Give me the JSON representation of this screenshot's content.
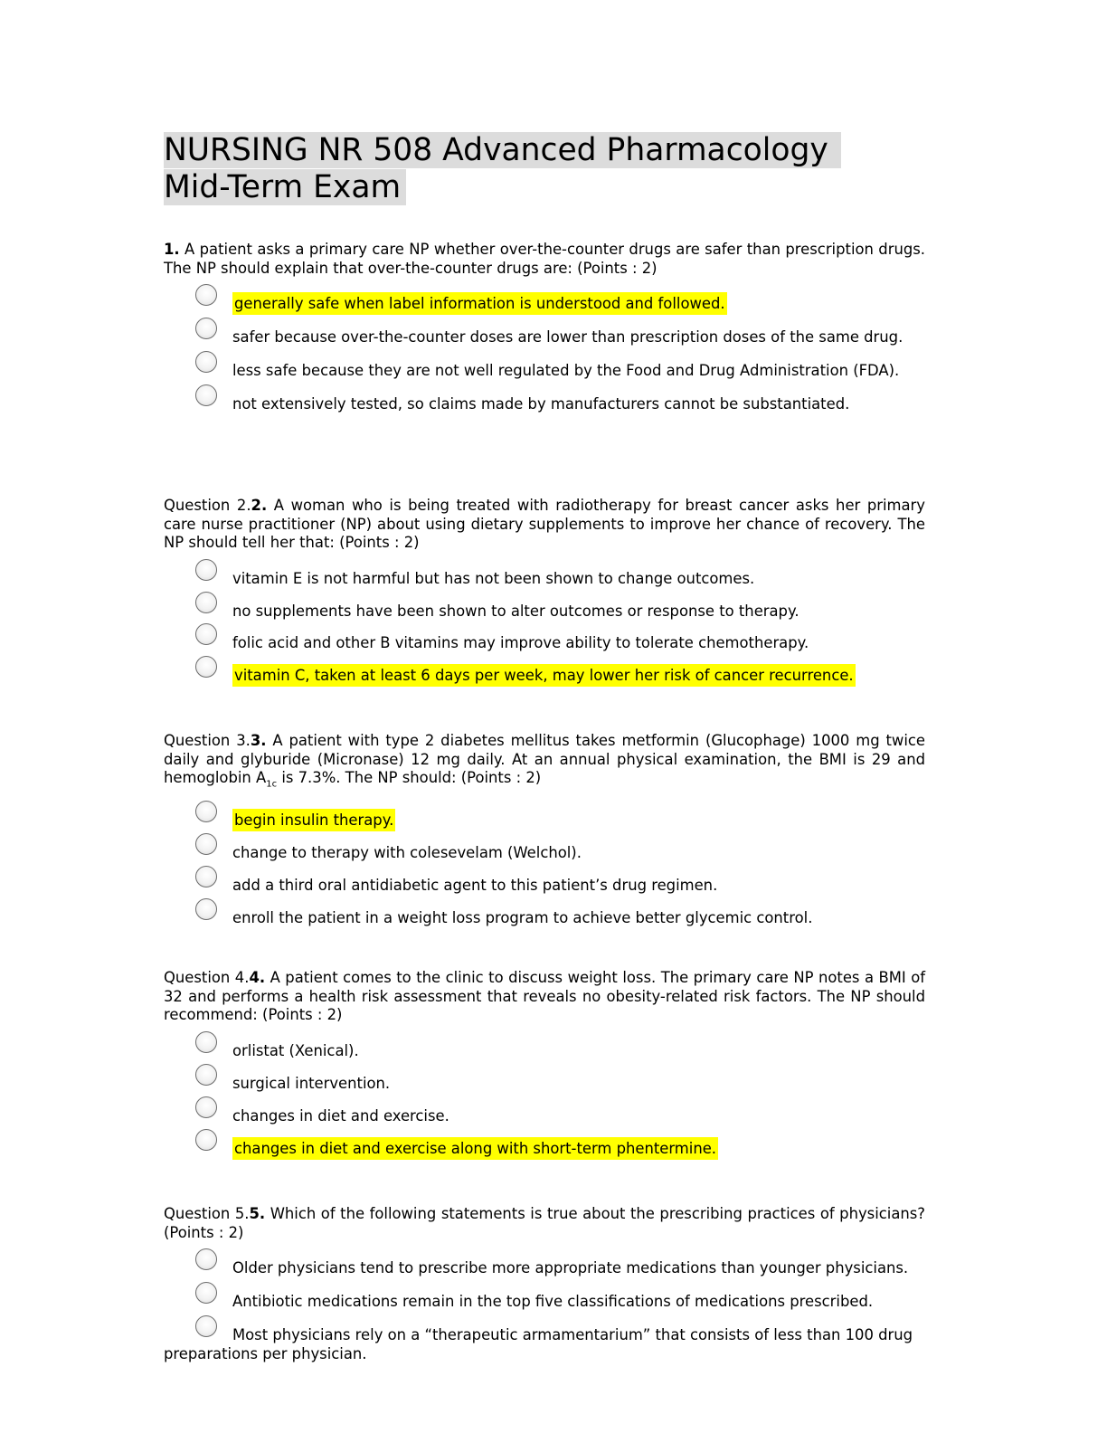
{
  "title": {
    "line1": "NURSING NR 508 Advanced Pharmacology",
    "line2": "Mid-Term Exam"
  },
  "highlight_color": "#ffff00",
  "title_bg_color": "#dcdcdc",
  "questions": [
    {
      "prefix": "",
      "num": "1.",
      "text": " A patient asks a primary care NP whether over-the-counter drugs are safer than prescription drugs. The NP should explain that over-the-counter drugs are: (Points : 2)",
      "options": [
        {
          "text": "generally safe when label information is understood and followed.",
          "highlighted": true
        },
        {
          "text": "safer because over-the-counter doses are lower than prescription doses of the same drug.",
          "highlighted": false
        },
        {
          "text": "less safe because they are not well regulated by the Food and Drug Administration (FDA).",
          "highlighted": false
        },
        {
          "text": "not extensively tested, so claims made by manufacturers cannot be substantiated.",
          "highlighted": false
        }
      ]
    },
    {
      "prefix": "Question 2.",
      "num": "2.",
      "text": " A woman who is being treated with radiotherapy for breast cancer asks her primary care nurse practitioner (NP) about using dietary supplements to improve her chance of recovery. The NP should tell her that: (Points : 2)",
      "options": [
        {
          "text": "vitamin E is not harmful but has not been shown to change outcomes.",
          "highlighted": false
        },
        {
          "text": "no supplements have been shown to alter outcomes or response to therapy.",
          "highlighted": false
        },
        {
          "text": "folic acid and other B vitamins may improve ability to tolerate chemotherapy.",
          "highlighted": false
        },
        {
          "text": "vitamin C, taken at least 6 days per week, may lower her risk of cancer recurrence.",
          "highlighted": true
        }
      ]
    },
    {
      "prefix": "Question 3.",
      "num": "3.",
      "text": " A patient with type 2 diabetes mellitus takes metformin (Glucophage) 1000 mg twice daily and glyburide (Micronase) 12 mg daily. At an annual physical examination, the BMI is 29 and hemoglobin A",
      "sub": "1c",
      "text_after": " is 7.3%. The NP should: (Points : 2)",
      "options": [
        {
          "text": "begin insulin therapy.",
          "highlighted": true
        },
        {
          "text": "change to therapy with colesevelam (Welchol).",
          "highlighted": false
        },
        {
          "text": "add a third oral antidiabetic agent to this patient’s drug regimen.",
          "highlighted": false
        },
        {
          "text": "enroll the patient in a weight loss program to achieve better glycemic control.",
          "highlighted": false
        }
      ]
    },
    {
      "prefix": "Question 4.",
      "num": "4.",
      "text": " A patient comes to the clinic to discuss weight loss. The primary care NP notes a BMI of 32 and performs a health risk assessment that reveals no obesity-related risk factors. The NP should recommend: (Points : 2)",
      "options": [
        {
          "text": "orlistat (Xenical).",
          "highlighted": false
        },
        {
          "text": "surgical intervention.",
          "highlighted": false
        },
        {
          "text": "changes in diet and exercise.",
          "highlighted": false
        },
        {
          "text": "changes in diet and exercise along with short-term phentermine.",
          "highlighted": true
        }
      ]
    },
    {
      "prefix": "Question 5.",
      "num": "5.",
      "text": " Which of the following statements is true about the prescribing practices of physicians? (Points : 2)",
      "options": [
        {
          "text": "Older physicians tend to prescribe more appropriate medications than younger physicians.",
          "highlighted": false
        },
        {
          "text": "Antibiotic medications remain in the top five classifications of medications prescribed.",
          "highlighted": false
        },
        {
          "text": "Most physicians rely on a “therapeutic armamentarium” that consists of less than 100 drug preparations per physician.",
          "highlighted": false
        }
      ]
    }
  ]
}
